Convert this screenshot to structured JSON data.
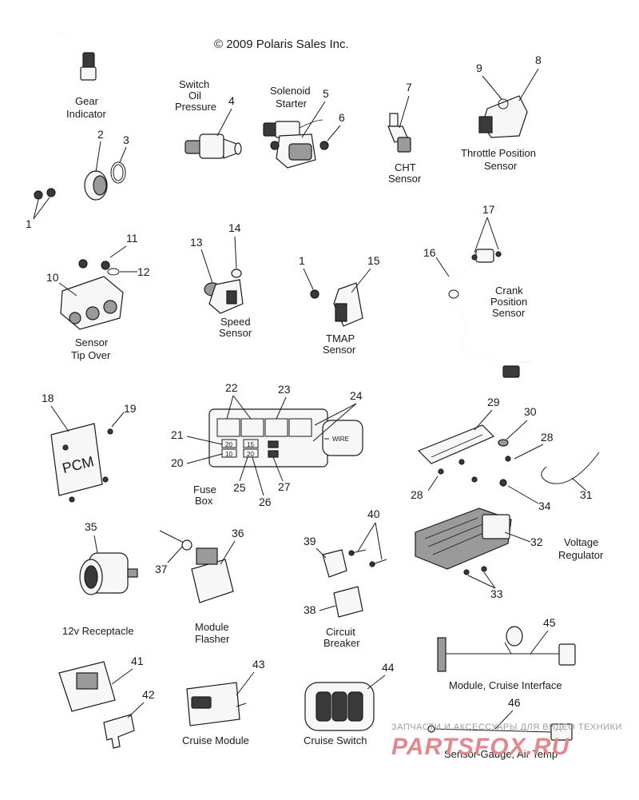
{
  "copyright": "© 2009 Polaris Sales Inc.",
  "parts": {
    "gear_indicator": "Gear Indicator",
    "switch_oil_pressure": "Switch Oil Pressure",
    "solenoid_starter": "Solenoid Starter",
    "cht_sensor": "CHT Sensor",
    "throttle_position_sensor": "Throttle Position Sensor",
    "sensor_tip_over": "Sensor Tip Over",
    "speed_sensor": "Speed Sensor",
    "tmap_sensor": "TMAP Sensor",
    "crank_position_sensor": "Crank Position Sensor",
    "fuse_box": "Fuse Box",
    "voltage_regulator": "Voltage Regulator",
    "receptacle_12v": "12v Receptacle",
    "module_flasher": "Module Flasher",
    "circuit_breaker": "Circuit Breaker",
    "module_cruise_interface": "Module, Cruise Interface",
    "cruise_module": "Cruise Module",
    "cruise_switch": "Cruise Switch",
    "sensor_gauge_air_temp": "Sensor-Gauge, Air Temp"
  },
  "markings": {
    "pcm": "PCM",
    "wire_arrow": "WIRE",
    "fuse_20a": "20",
    "fuse_15a": "15",
    "fuse_10a": "10",
    "fuse_20b": "20"
  },
  "watermark": {
    "line1": "ЗАПЧАСТИ И АКСЕССУАРЫ ДЛЯ ВИДЕО ТЕХНИКИ",
    "line2": "PARTSFOX.RU"
  }
}
